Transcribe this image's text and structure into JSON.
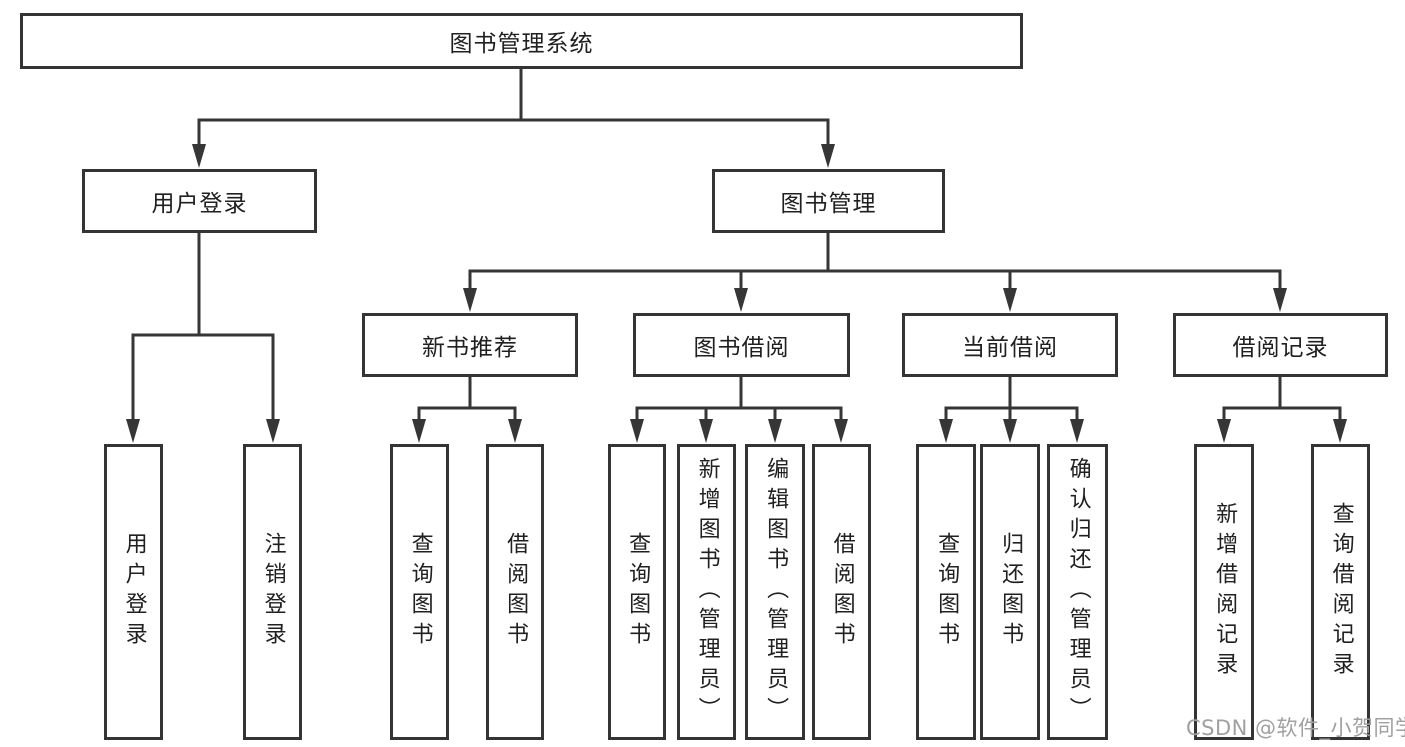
{
  "diagram_type": "hierarchy-tree",
  "tree": {
    "label": "图书管理系统",
    "children": [
      {
        "label": "用户登录",
        "children": [
          {
            "label": "用户登录"
          },
          {
            "label": "注销登录"
          }
        ]
      },
      {
        "label": "图书管理",
        "children": [
          {
            "label": "新书推荐",
            "children": [
              {
                "label": "查询图书"
              },
              {
                "label": "借阅图书"
              }
            ]
          },
          {
            "label": "图书借阅",
            "children": [
              {
                "label": "查询图书"
              },
              {
                "label": "新增图书（管理员）"
              },
              {
                "label": "编辑图书（管理员）"
              },
              {
                "label": "借阅图书"
              }
            ]
          },
          {
            "label": "当前借阅",
            "children": [
              {
                "label": "查询图书"
              },
              {
                "label": "归还图书"
              },
              {
                "label": "确认归还（管理员）"
              }
            ]
          },
          {
            "label": "借阅记录",
            "children": [
              {
                "label": "新增借阅记录"
              },
              {
                "label": "查询借阅记录"
              }
            ]
          }
        ]
      }
    ]
  },
  "watermark": {
    "text": "CSDN @软件_小贺同学"
  },
  "colors": {
    "background": "#ffffff",
    "box_border": "#343434",
    "connector_line": "#363636",
    "text": "#202020",
    "watermark": "#a0a0a0"
  }
}
